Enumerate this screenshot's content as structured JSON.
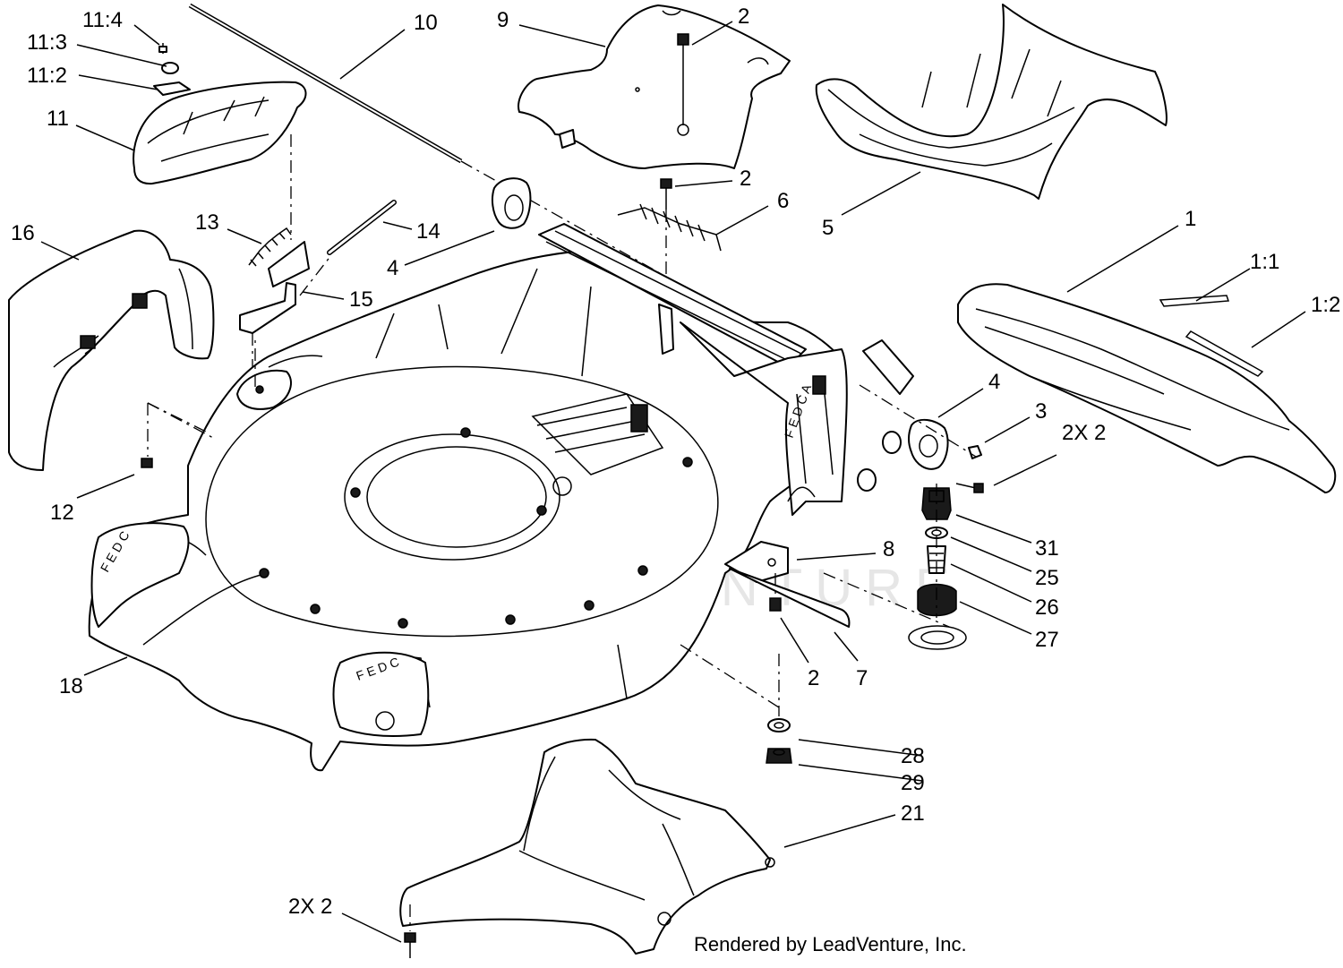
{
  "diagram": {
    "credit": "Rendered by LeadVenture, Inc.",
    "watermark": "LEADVENTURE",
    "callouts": [
      {
        "id": "c-11-4",
        "text": "11:4"
      },
      {
        "id": "c-11-3",
        "text": "11:3"
      },
      {
        "id": "c-11-2",
        "text": "11:2"
      },
      {
        "id": "c-11",
        "text": "11"
      },
      {
        "id": "c-10",
        "text": "10"
      },
      {
        "id": "c-9",
        "text": "9"
      },
      {
        "id": "c-2-top",
        "text": "2"
      },
      {
        "id": "c-2-mid",
        "text": "2"
      },
      {
        "id": "c-6",
        "text": "6"
      },
      {
        "id": "c-5",
        "text": "5"
      },
      {
        "id": "c-16",
        "text": "16"
      },
      {
        "id": "c-13",
        "text": "13"
      },
      {
        "id": "c-14",
        "text": "14"
      },
      {
        "id": "c-4-left",
        "text": "4"
      },
      {
        "id": "c-15",
        "text": "15"
      },
      {
        "id": "c-1",
        "text": "1"
      },
      {
        "id": "c-1-1",
        "text": "1:1"
      },
      {
        "id": "c-1-2",
        "text": "1:2"
      },
      {
        "id": "c-4-right",
        "text": "4"
      },
      {
        "id": "c-3",
        "text": "3"
      },
      {
        "id": "c-2x2-right",
        "text": "2X 2"
      },
      {
        "id": "c-12",
        "text": "12"
      },
      {
        "id": "c-31",
        "text": "31"
      },
      {
        "id": "c-8",
        "text": "8"
      },
      {
        "id": "c-25",
        "text": "25"
      },
      {
        "id": "c-26",
        "text": "26"
      },
      {
        "id": "c-27",
        "text": "27"
      },
      {
        "id": "c-18",
        "text": "18"
      },
      {
        "id": "c-2-low",
        "text": "2"
      },
      {
        "id": "c-7",
        "text": "7"
      },
      {
        "id": "c-28",
        "text": "28"
      },
      {
        "id": "c-29",
        "text": "29"
      },
      {
        "id": "c-21",
        "text": "21"
      },
      {
        "id": "c-2x2-bottom",
        "text": "2X 2"
      }
    ]
  }
}
